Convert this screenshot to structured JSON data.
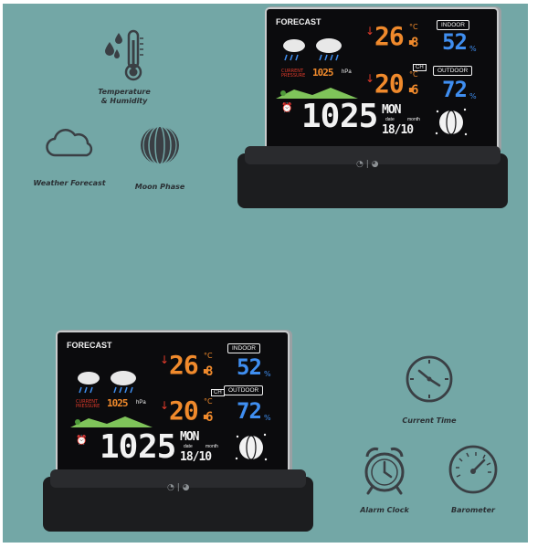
{
  "features": {
    "temperature_humidity": "Temperature\n& Humidity",
    "weather_forecast": "Weather Forecast",
    "moon_phase": "Moon Phase",
    "current_time": "Current Time",
    "alarm_clock": "Alarm Clock",
    "barometer": "Barometer"
  },
  "display": {
    "forecast_label": "FORECAST",
    "indoor_label": "INDOOR",
    "outdoor_label": "OUTDOOR",
    "indoor_temp_main": "26.",
    "indoor_temp_dec": "8",
    "indoor_temp_unit": "°C",
    "outdoor_temp_main": "20.",
    "outdoor_temp_dec": "6",
    "outdoor_temp_unit": "°C",
    "indoor_humidity": "52",
    "outdoor_humidity": "72",
    "humidity_unit": "%",
    "pressure_label": "CURRENT\nPRESSURE",
    "pressure_value": "1025",
    "pressure_unit": "hPa",
    "time_hour": "10",
    "time_minute": "25",
    "weekday": "MON",
    "date_label": "date",
    "month_label": "month",
    "date_value": "18/10",
    "channel": "CH"
  },
  "colors": {
    "background": "#73a7a6",
    "icon": "#3a3f44",
    "temperature": "#f08a2c",
    "humidity": "#3f8ef0"
  }
}
